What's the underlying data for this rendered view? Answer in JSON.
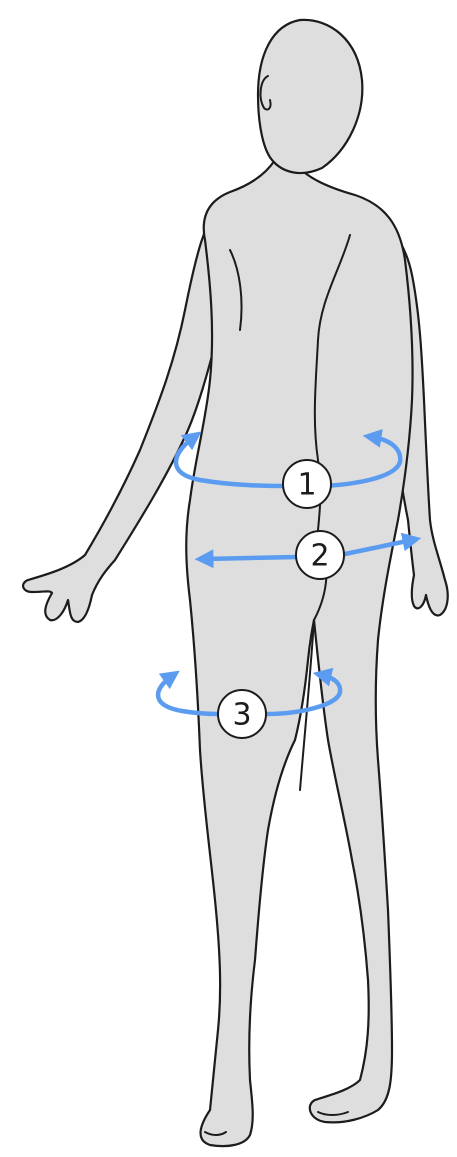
{
  "colors": {
    "skin": "#dedede",
    "outline": "#1c1c1c",
    "arrow": "#5b9cf0",
    "background": "#ffffff"
  },
  "markers": [
    {
      "label": "1",
      "kind": "circumference"
    },
    {
      "label": "2",
      "kind": "width"
    },
    {
      "label": "3",
      "kind": "circumference"
    }
  ]
}
